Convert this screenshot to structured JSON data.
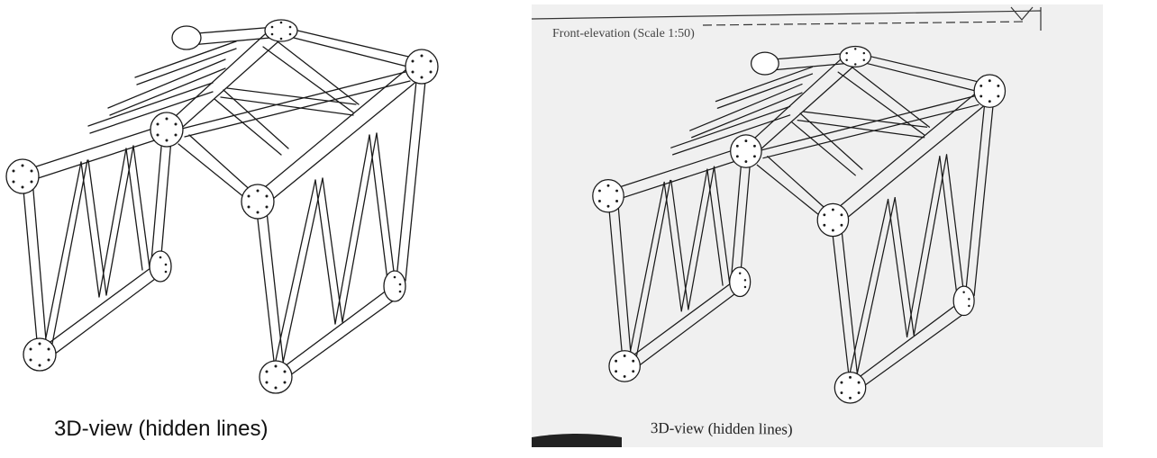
{
  "panels": [
    {
      "id": "cad",
      "caption": "3D-view (hidden lines)"
    },
    {
      "id": "photo",
      "title": "Front-elevation (Scale 1:50)",
      "caption": "3D-view (hidden lines)"
    }
  ],
  "colors": {
    "line": "#1a1a1a",
    "photo_paper": "#f0f0f0",
    "background": "#ffffff"
  }
}
